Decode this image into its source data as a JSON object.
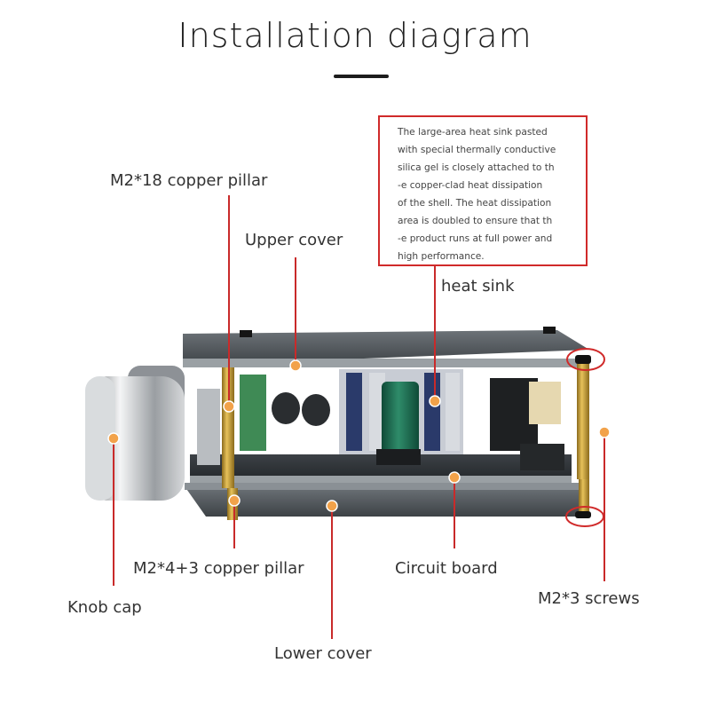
{
  "title": "Installation diagram",
  "note_lines": [
    "The large-area heat sink pasted",
    "with special thermally conductive",
    "silica gel is closely attached to th",
    "-e copper-clad heat dissipation",
    "of the shell. The heat dissipation",
    "area is doubled to ensure that th",
    "-e product runs at full power and",
    "high performance."
  ],
  "labels": {
    "copper_pillar_18": "M2*18 copper pillar",
    "upper_cover": "Upper cover",
    "heat_sink": "heat sink",
    "copper_pillar_4_3": "M2*4+3 copper pillar",
    "circuit_board": "Circuit board",
    "knob_cap": "Knob cap",
    "screws": "M2*3 screws",
    "lower_cover": "Lower cover"
  },
  "colors": {
    "leader_line": "#c92a2a",
    "marker_dot": "#f2a24a",
    "callout_ellipse": "#d02a2a",
    "title_bar": "#1c1c1c"
  }
}
